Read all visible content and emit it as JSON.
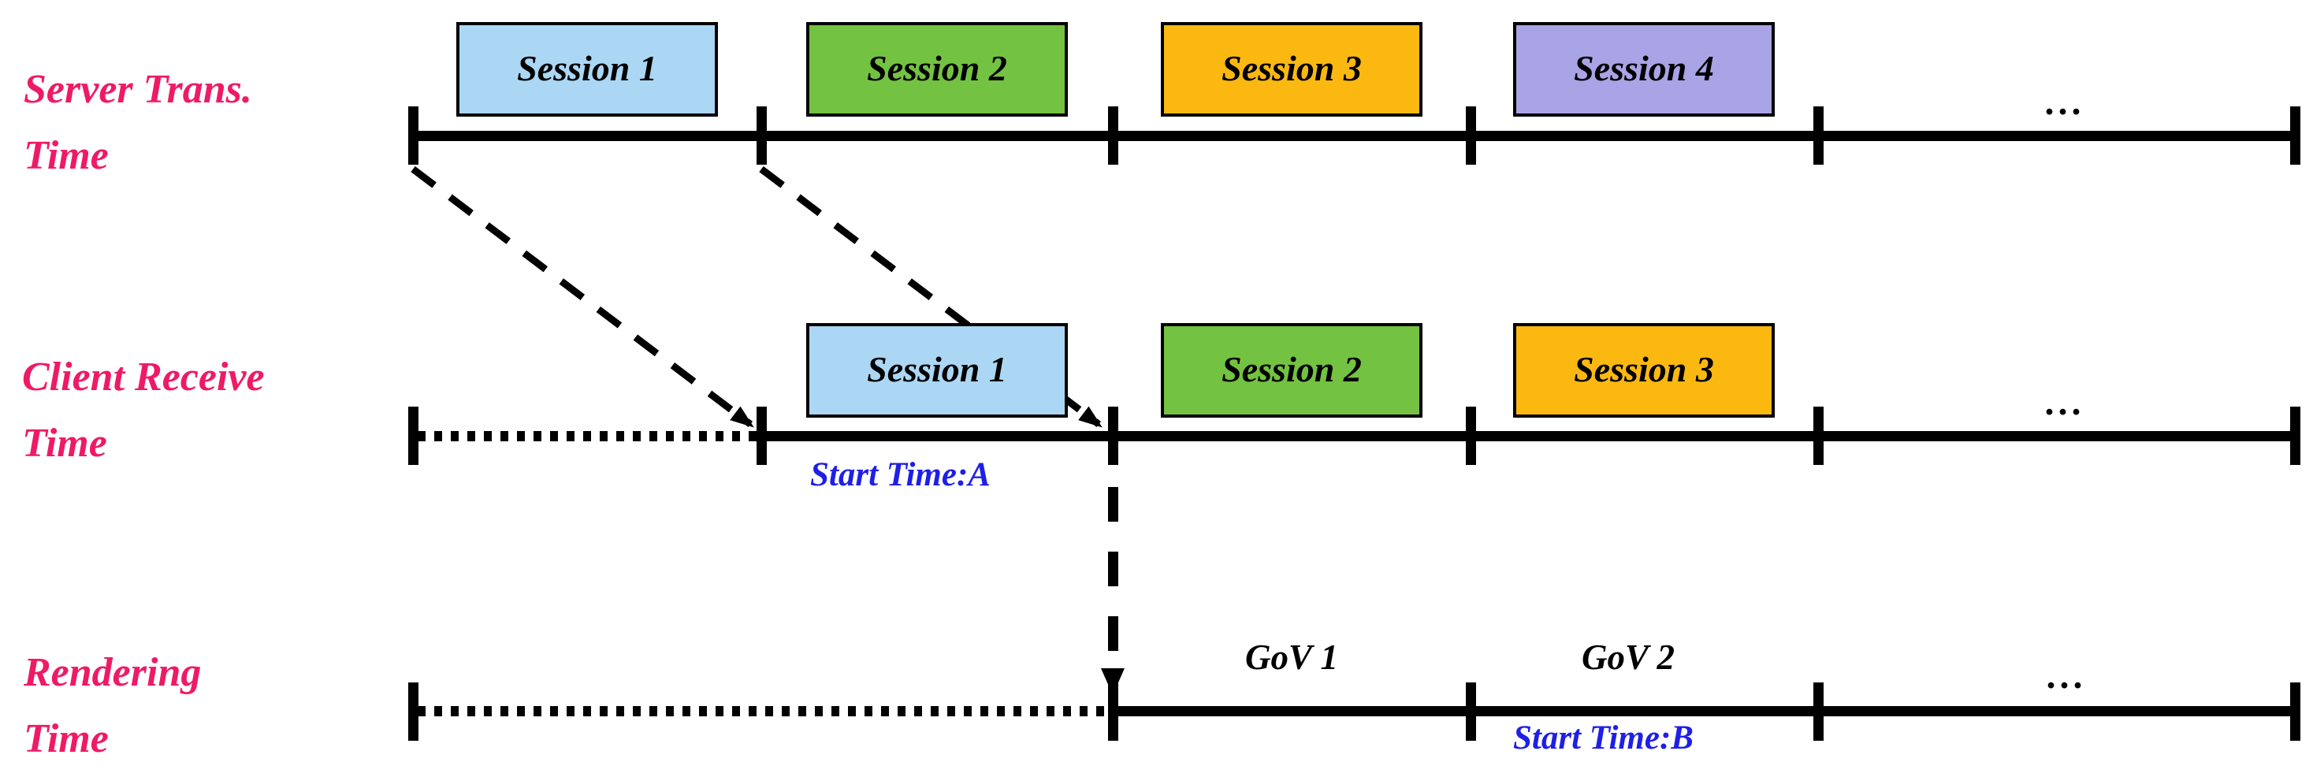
{
  "colors": {
    "label_pink": "#EF1A66",
    "annotation_blue": "#1F1FE8",
    "line_black": "#000000",
    "session_blue": "#ABD7F4",
    "session_green": "#74C241",
    "session_orange": "#FBB811",
    "session_purple": "#A9A4E5"
  },
  "rows": [
    {
      "label": [
        "Server Trans.",
        "Time"
      ],
      "sessions": [
        {
          "label": "Session 1",
          "color": "#ABD7F4"
        },
        {
          "label": "Session 2",
          "color": "#74C241"
        },
        {
          "label": "Session 3",
          "color": "#FBB811"
        },
        {
          "label": "Session 4",
          "color": "#A9A4E5"
        }
      ],
      "ellipsis": "..."
    },
    {
      "label": [
        "Client Receive",
        "Time"
      ],
      "sessions": [
        {
          "label": "Session 1",
          "color": "#ABD7F4"
        },
        {
          "label": "Session 2",
          "color": "#74C241"
        },
        {
          "label": "Session 3",
          "color": "#FBB811"
        }
      ],
      "annotation": "Start Time:A",
      "ellipsis": "..."
    },
    {
      "label": [
        "Rendering",
        "Time"
      ],
      "govs": [
        "GoV 1",
        "GoV 2"
      ],
      "annotation": "Start Time:B",
      "ellipsis": "..."
    }
  ]
}
